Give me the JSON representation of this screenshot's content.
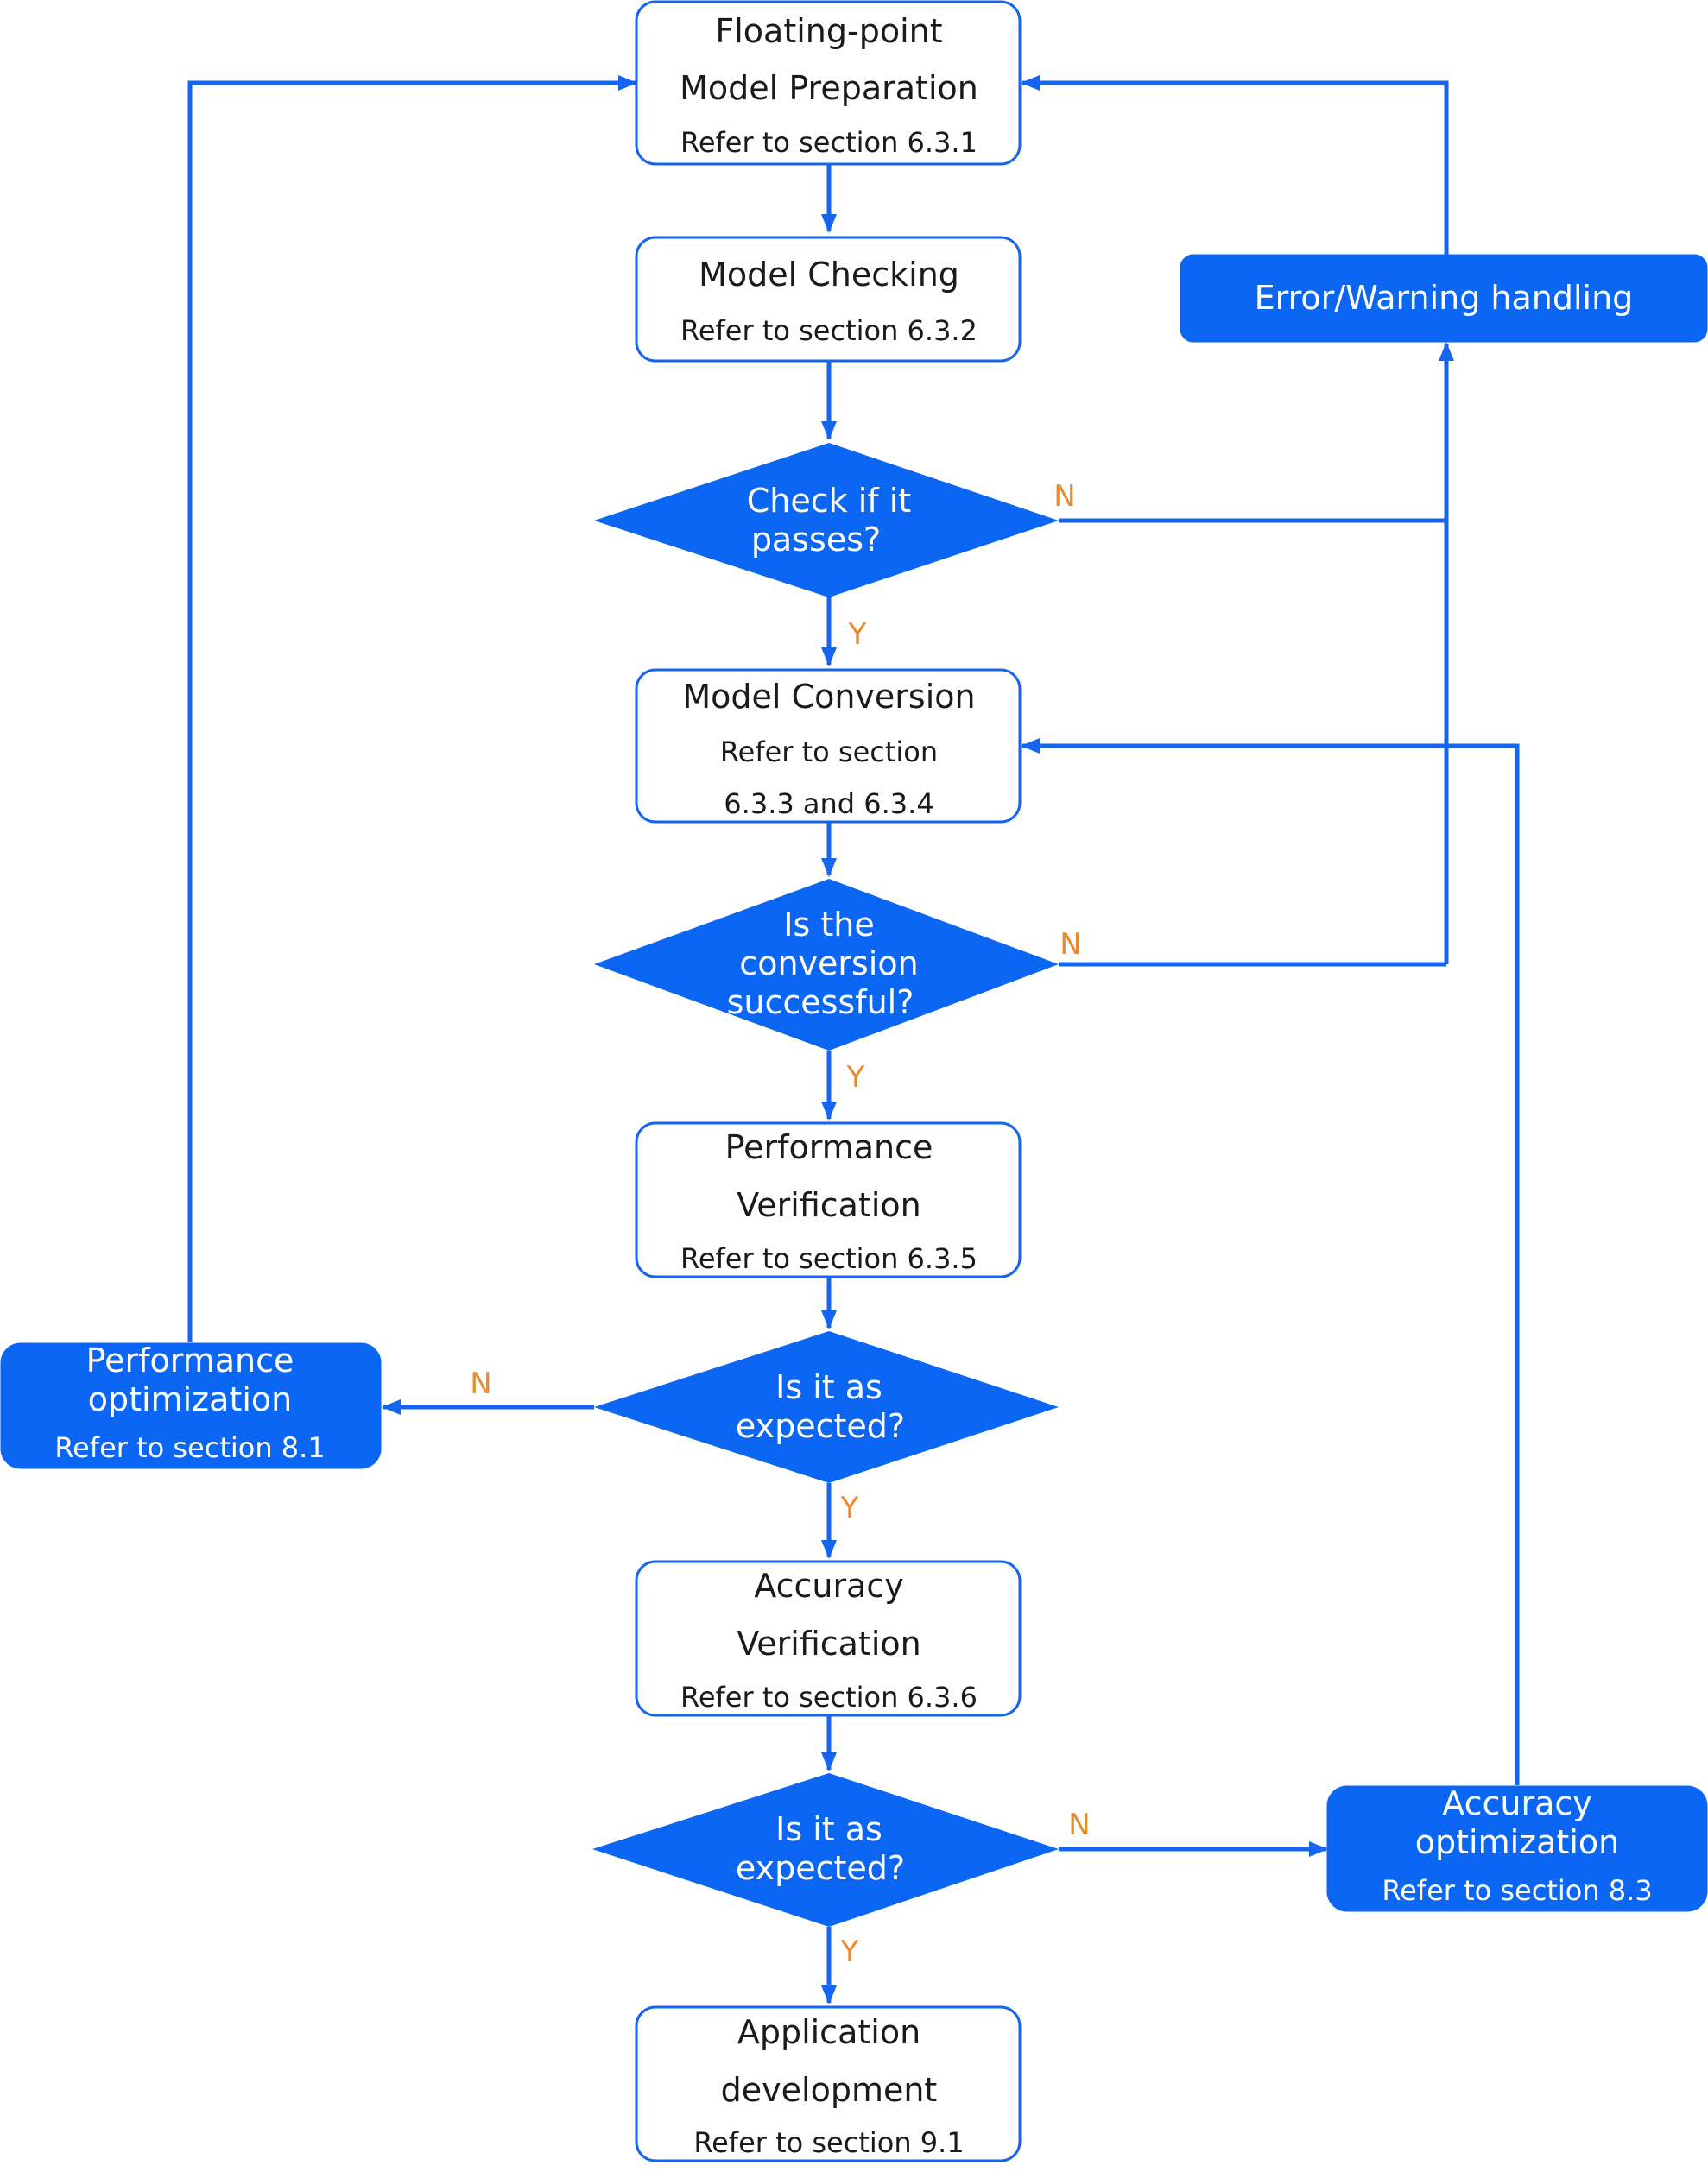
{
  "nodes": {
    "prep": {
      "lines": [
        "Floating-point",
        "Model Preparation"
      ],
      "ref": "Refer to section 6.3.1"
    },
    "check": {
      "lines": [
        "Model Checking"
      ],
      "ref": "Refer to section 6.3.2"
    },
    "conversion": {
      "lines": [
        "Model Conversion"
      ],
      "ref_lines": [
        "Refer to section",
        "6.3.3 and 6.3.4"
      ]
    },
    "perf": {
      "lines": [
        "Performance",
        "Verification"
      ],
      "ref": "Refer to section 6.3.5"
    },
    "acc": {
      "lines": [
        "Accuracy",
        "Verification"
      ],
      "ref": "Refer to section 6.3.6"
    },
    "app": {
      "lines": [
        "Application",
        "development"
      ],
      "ref": "Refer to section 9.1"
    },
    "error": {
      "label": "Error/Warning handling"
    },
    "perf_opt": {
      "lines": [
        "Performance",
        "optimization"
      ],
      "ref": "Refer to section 8.1"
    },
    "acc_opt": {
      "lines": [
        "Accuracy",
        "optimization"
      ],
      "ref": "Refer to section 8.3"
    }
  },
  "decisions": {
    "check_pass": {
      "lines": [
        "Check if it",
        "passes?"
      ]
    },
    "conv_success": {
      "lines": [
        "Is the",
        "conversion",
        "successful?"
      ]
    },
    "perf_expected": {
      "lines": [
        "Is it as",
        "expected?"
      ]
    },
    "acc_expected": {
      "lines": [
        "Is it as",
        "expected?"
      ]
    }
  },
  "edge_labels": {
    "yes": "Y",
    "no": "N"
  },
  "colors": {
    "accent": "#0B66F3",
    "label": "#E98A2E",
    "text": "#1a1a1a"
  }
}
